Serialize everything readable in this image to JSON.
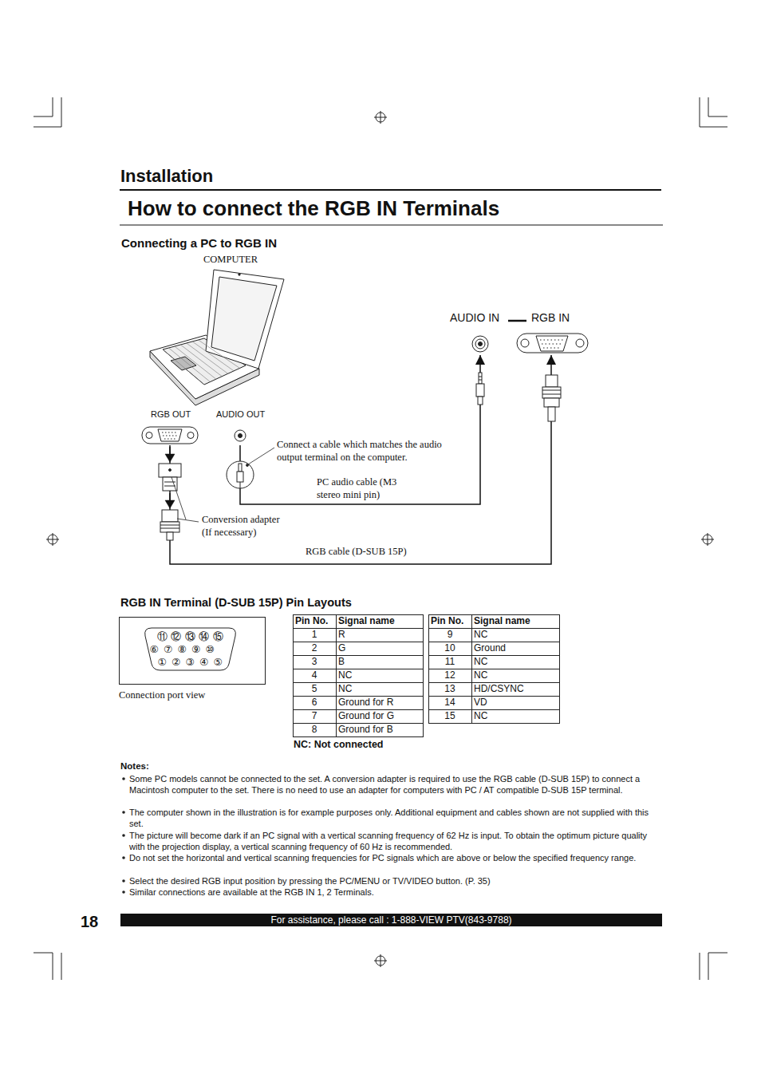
{
  "diagram": {
    "title": "How to connect the RGB IN Terminals",
    "nodes": [
      {
        "text": [
          "COMPUTER"
        ]
      },
      {
        "text": [
          "RGB OUT"
        ]
      },
      {
        "text": [
          "AUDIO OUT"
        ]
      },
      {
        "text": [
          "AUDIO IN"
        ]
      },
      {
        "text": [
          "RGB IN"
        ]
      }
    ],
    "edges": [
      {
        "from": 2,
        "to": 3,
        "arrow": "to"
      },
      {
        "from": 1,
        "to": 4,
        "arrow": "to"
      }
    ],
    "labels": [
      "Installation",
      "Connecting a PC to RGB IN",
      "Connect a cable which matches the audio output terminal on the computer.",
      "PC audio cable (M3 stereo mini pin)",
      "Conversion adapter (If necessary)",
      "RGB cable (D-SUB 15P)",
      "RGB IN Terminal (D-SUB 15P) Pin Layouts",
      "⑪",
      "⑫",
      "⑬",
      "⑭",
      "⑮",
      "⑥",
      "⑦",
      "⑧",
      "⑨",
      "⑩",
      "①",
      "②",
      "③",
      "④",
      "⑤",
      "Connection port view",
      "Pin No.",
      "Signal name",
      "1",
      "R",
      "2",
      "G",
      "3",
      "B",
      "4",
      "NC",
      "5",
      "NC",
      "6",
      "Ground for R",
      "7",
      "Ground for G",
      "8",
      "Ground for B",
      "NC: Not connected",
      "Pin No.",
      "Signal name",
      "9",
      "NC",
      "10",
      "Ground",
      "11",
      "NC",
      "12",
      "NC",
      "13",
      "HD/CSYNC",
      "14",
      "VD",
      "15",
      "NC",
      "Notes:",
      "Some PC models cannot be connected to the set. A conversion adapter is required to use the RGB cable (D-SUB 15P) to connect a Macintosh computer to the set. There is no need to use an adapter for computers with PC / AT compatible D-SUB 15P terminal.",
      "The computer shown in the illustration is for example purposes only. Additional equipment and cables shown are not supplied with this set.",
      "The picture will become dark if an PC signal with a vertical scanning frequency of 62 Hz is input. To obtain the optimum picture quality with the projection display, a vertical scanning frequency of 60 Hz is recommended.",
      "Do not set the horizontal and vertical scanning frequencies for PC signals which are above or below the specified frequency range.",
      "Select the desired RGB input position by pressing the PC/MENU or TV/VIDEO button. (P. 35)",
      "Similar connections are available at the RGB IN 1, 2 Terminals.",
      "18",
      "For assistance, please call : 1-888-VIEW PTV(843-9788)"
    ]
  }
}
